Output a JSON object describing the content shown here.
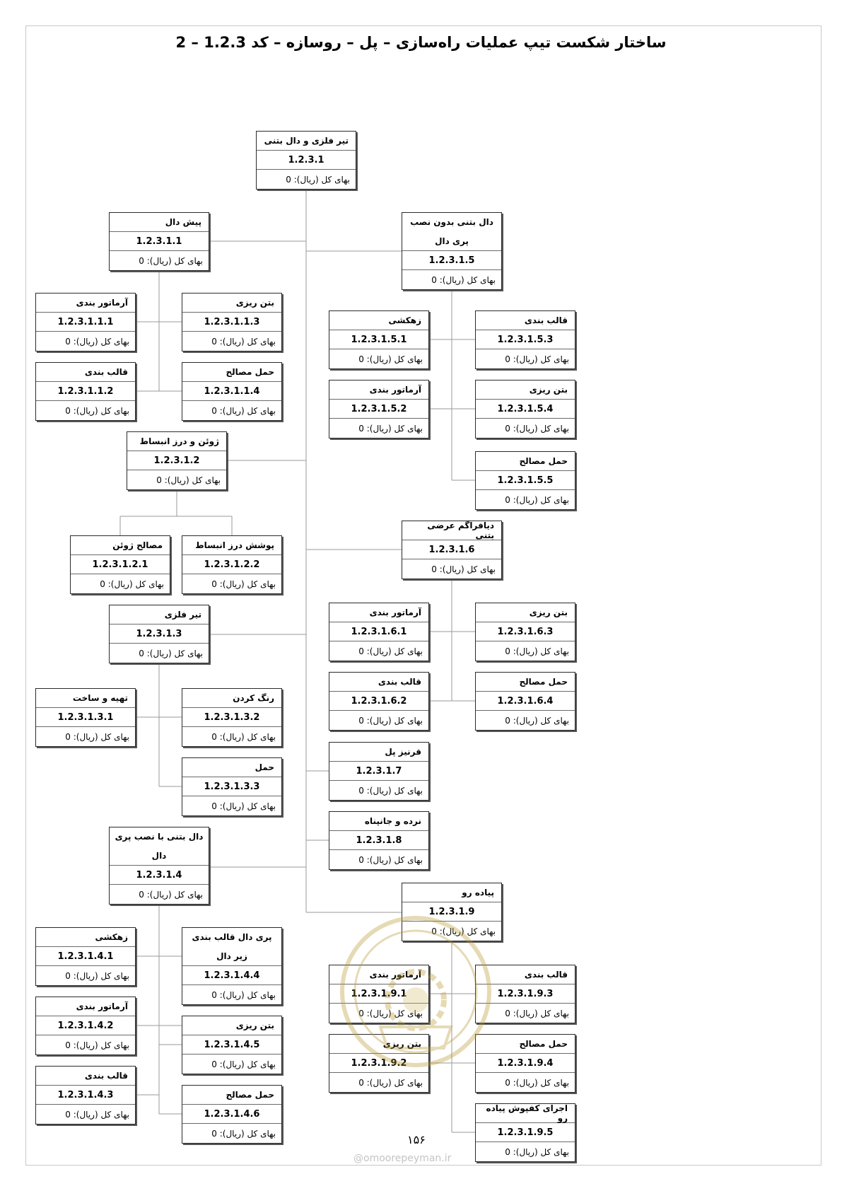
{
  "title": "ساختار شکست تیپ عملیات راه‌سازی – پل – روسازه – کد  1.2.3 – 2",
  "cost_label": "بهای کل (ریال): 0",
  "page_number": "۱۵۶",
  "footer_site": "@omoorepeyman.ir",
  "nodes": {
    "n_1_2_3_1": {
      "name": "تیر فلزی  و دال بتنی",
      "code": "1.2.3.1"
    },
    "n_1_2_3_1_1": {
      "name": "پیش دال",
      "code": "1.2.3.1.1"
    },
    "n_1_2_3_1_1_1": {
      "name": "آرماتور بندی",
      "code": "1.2.3.1.1.1"
    },
    "n_1_2_3_1_1_2": {
      "name": "قالب بندی",
      "code": "1.2.3.1.1.2"
    },
    "n_1_2_3_1_1_3": {
      "name": "بتن ریزی",
      "code": "1.2.3.1.1.3"
    },
    "n_1_2_3_1_1_4": {
      "name": "حمل مصالح",
      "code": "1.2.3.1.1.4"
    },
    "n_1_2_3_1_2": {
      "name": "ژوئن و درز انبساط",
      "code": "1.2.3.1.2"
    },
    "n_1_2_3_1_2_1": {
      "name": "مصالح ژوئن",
      "code": "1.2.3.1.2.1"
    },
    "n_1_2_3_1_2_2": {
      "name": "پوشش درز انبساط",
      "code": "1.2.3.1.2.2"
    },
    "n_1_2_3_1_3": {
      "name": "تیر فلزی",
      "code": "1.2.3.1.3"
    },
    "n_1_2_3_1_3_1": {
      "name": "تهیه و ساخت",
      "code": "1.2.3.1.3.1"
    },
    "n_1_2_3_1_3_2": {
      "name": "رنگ کردن",
      "code": "1.2.3.1.3.2"
    },
    "n_1_2_3_1_3_3": {
      "name": "حمل",
      "code": "1.2.3.1.3.3"
    },
    "n_1_2_3_1_4": {
      "name": "دال بتنی با نصب پری دال",
      "code": "1.2.3.1.4"
    },
    "n_1_2_3_1_4_1": {
      "name": "زهکشی",
      "code": "1.2.3.1.4.1"
    },
    "n_1_2_3_1_4_2": {
      "name": "آرماتور بندی",
      "code": "1.2.3.1.4.2"
    },
    "n_1_2_3_1_4_3": {
      "name": "قالب بندی",
      "code": "1.2.3.1.4.3"
    },
    "n_1_2_3_1_4_4": {
      "name": "پری دال قالب بندی زیر دال",
      "code": "1.2.3.1.4.4"
    },
    "n_1_2_3_1_4_5": {
      "name": "بتن ریزی",
      "code": "1.2.3.1.4.5"
    },
    "n_1_2_3_1_4_6": {
      "name": "حمل مصالح",
      "code": "1.2.3.1.4.6"
    },
    "n_1_2_3_1_5": {
      "name": "دال بتنی بدون نصب پری دال",
      "code": "1.2.3.1.5"
    },
    "n_1_2_3_1_5_1": {
      "name": "زهکشی",
      "code": "1.2.3.1.5.1"
    },
    "n_1_2_3_1_5_2": {
      "name": "آرماتور بندی",
      "code": "1.2.3.1.5.2"
    },
    "n_1_2_3_1_5_3": {
      "name": "قالب بندی",
      "code": "1.2.3.1.5.3"
    },
    "n_1_2_3_1_5_4": {
      "name": "بتن ریزی",
      "code": "1.2.3.1.5.4"
    },
    "n_1_2_3_1_5_5": {
      "name": "حمل مصالح",
      "code": "1.2.3.1.5.5"
    },
    "n_1_2_3_1_6": {
      "name": "دیافراگم عرضی بتنی",
      "code": "1.2.3.1.6"
    },
    "n_1_2_3_1_6_1": {
      "name": "آرماتور بندی",
      "code": "1.2.3.1.6.1"
    },
    "n_1_2_3_1_6_2": {
      "name": "قالب بندی",
      "code": "1.2.3.1.6.2"
    },
    "n_1_2_3_1_6_3": {
      "name": "بتن ریزی",
      "code": "1.2.3.1.6.3"
    },
    "n_1_2_3_1_6_4": {
      "name": "حمل مصالح",
      "code": "1.2.3.1.6.4"
    },
    "n_1_2_3_1_7": {
      "name": "قرنیز پل",
      "code": "1.2.3.1.7"
    },
    "n_1_2_3_1_8": {
      "name": "نرده و جانپناه",
      "code": "1.2.3.1.8"
    },
    "n_1_2_3_1_9": {
      "name": "پیاده رو",
      "code": "1.2.3.1.9"
    },
    "n_1_2_3_1_9_1": {
      "name": "آرماتور بندی",
      "code": "1.2.3.1.9.1"
    },
    "n_1_2_3_1_9_2": {
      "name": "بتن ریزی",
      "code": "1.2.3.1.9.2"
    },
    "n_1_2_3_1_9_3": {
      "name": "قالب بندی",
      "code": "1.2.3.1.9.3"
    },
    "n_1_2_3_1_9_4": {
      "name": "حمل مصالح",
      "code": "1.2.3.1.9.4"
    },
    "n_1_2_3_1_9_5": {
      "name": "اجرای کفپوش پیاده رو",
      "code": "1.2.3.1.9.5"
    }
  }
}
